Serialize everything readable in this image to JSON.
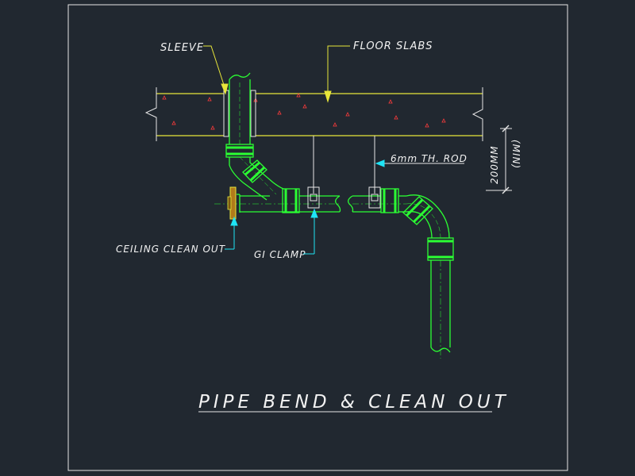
{
  "drawing": {
    "title": "PIPE BEND & CLEAN OUT",
    "labels": {
      "sleeve": "SLEEVE",
      "floor_slabs": "FLOOR SLABS",
      "rod": "6mm TH. ROD",
      "dimension": "200MM",
      "dimension_note": "(MIN)",
      "ceiling_clean_out": "CEILING CLEAN OUT",
      "gi_clamp": "GI CLAMP"
    }
  },
  "colors": {
    "background": "#212830",
    "slab": "#e8e63a",
    "pipe": "#2bff33",
    "leader_arrow": "#1fe3f5",
    "text": "#f2f2f2",
    "aggregate": "#ff3b3b"
  }
}
